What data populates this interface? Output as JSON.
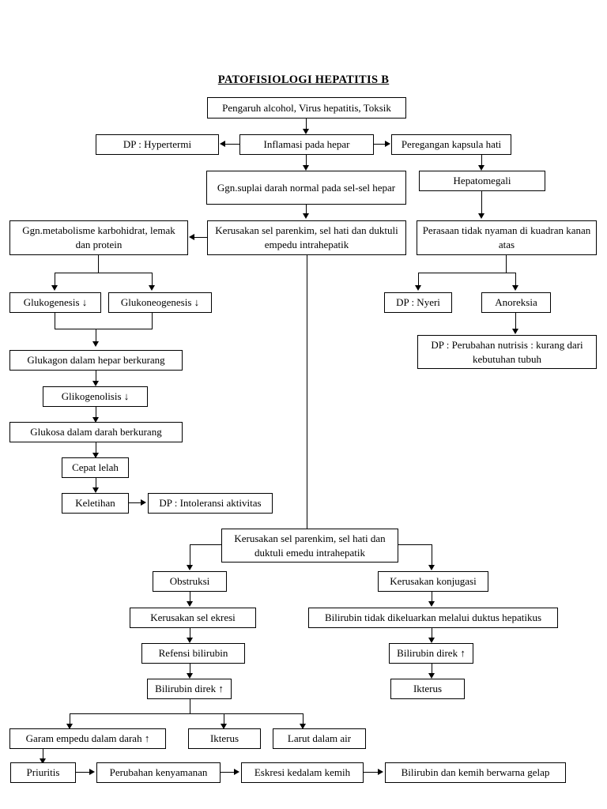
{
  "diagram": {
    "title": "PATOFISIOLOGI HEPATITIS B",
    "nodes": {
      "n1": {
        "label": "Pengaruh alcohol, Virus hepatitis, Toksik"
      },
      "n2": {
        "label": "DP : Hypertermi"
      },
      "n3": {
        "label": "Inflamasi pada hepar"
      },
      "n4": {
        "label": "Peregangan kapsula hati"
      },
      "n5": {
        "label": "Ggn.suplai darah normal pada sel-sel hepar"
      },
      "n6": {
        "label": "Hepatomegali"
      },
      "n7": {
        "label": "Ggn.metabolisme karbohidrat, lemak dan protein"
      },
      "n8": {
        "label": "Kerusakan sel parenkim, sel hati dan duktuli empedu intrahepatik"
      },
      "n9": {
        "label": "Perasaan tidak nyaman di kuadran kanan atas"
      },
      "n10": {
        "label": "Glukogenesis ↓"
      },
      "n11": {
        "label": "Glukoneogenesis ↓"
      },
      "n12": {
        "label": "DP : Nyeri"
      },
      "n13": {
        "label": "Anoreksia"
      },
      "n14": {
        "label": "Glukagon dalam hepar berkurang"
      },
      "n15": {
        "label": "DP : Perubahan nutrisis : kurang dari kebutuhan tubuh"
      },
      "n16": {
        "label": "Glikogenolisis ↓"
      },
      "n17": {
        "label": "Glukosa dalam darah berkurang"
      },
      "n18": {
        "label": "Cepat lelah"
      },
      "n19": {
        "label": "Keletihan"
      },
      "n20": {
        "label": "DP : Intoleransi aktivitas"
      },
      "n21": {
        "label": "Kerusakan sel parenkim, sel hati dan duktuli emedu intrahepatik"
      },
      "n22": {
        "label": "Obstruksi"
      },
      "n23": {
        "label": "Kerusakan konjugasi"
      },
      "n24": {
        "label": "Kerusakan sel ekresi"
      },
      "n25": {
        "label": "Bilirubin tidak dikeluarkan melalui duktus hepatikus"
      },
      "n26": {
        "label": "Refensi bilirubin"
      },
      "n27": {
        "label": "Bilirubin direk ↑"
      },
      "n28": {
        "label": "Bilirubin direk ↑"
      },
      "n29": {
        "label": "Ikterus"
      },
      "n30": {
        "label": "Garam empedu dalam darah ↑"
      },
      "n31": {
        "label": "Ikterus"
      },
      "n32": {
        "label": "Larut dalam air"
      },
      "n33": {
        "label": "Priuritis"
      },
      "n34": {
        "label": "Perubahan kenyamanan"
      },
      "n35": {
        "label": "Eskresi kedalam kemih"
      },
      "n36": {
        "label": "Bilirubin dan kemih berwarna gelap"
      }
    },
    "colors": {
      "line": "#000000",
      "box_border": "#000000",
      "background": "#ffffff",
      "text": "#000000"
    }
  }
}
